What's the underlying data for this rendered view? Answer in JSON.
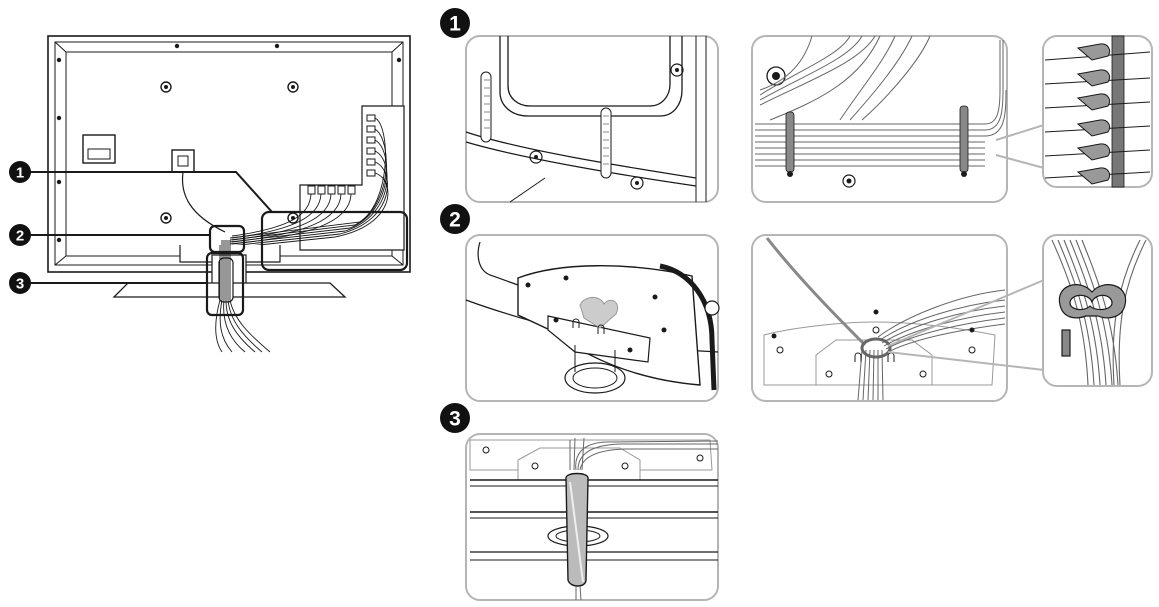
{
  "diagram": {
    "steps": [
      {
        "id": "step-1",
        "number": "1"
      },
      {
        "id": "step-2",
        "number": "2"
      },
      {
        "id": "step-3",
        "number": "3"
      }
    ],
    "colors": {
      "line": "#1a1a1a",
      "panel_border": "#b5b5b5",
      "badge_fill": "#111111",
      "badge_text": "#ffffff",
      "highlight": "#1a1a1a",
      "panel_bg": "#ffffff",
      "cable_light": "#9a9a9a"
    },
    "icons": [
      "tv-back-icon",
      "cable-bundle-icon",
      "cable-clip-icon",
      "stand-icon",
      "cable-cover-icon"
    ]
  }
}
